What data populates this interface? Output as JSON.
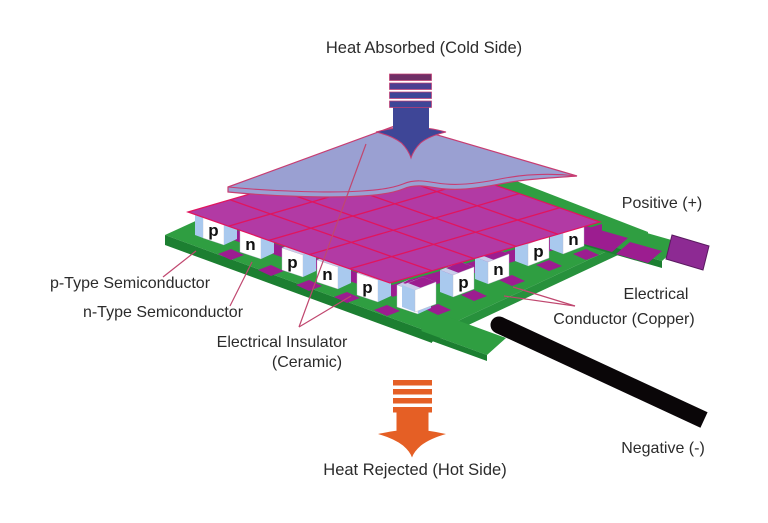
{
  "labels": {
    "heat_absorbed": "Heat Absorbed (Cold Side)",
    "positive": "Positive (+)",
    "p_type": "p-Type Semiconductor",
    "n_type": "n-Type Semiconductor",
    "insulator_line1": "Electrical Insulator",
    "insulator_line2": "(Ceramic)",
    "conductor_line1": "Electrical",
    "conductor_line2": "Conductor (Copper)",
    "negative": "Negative (-)",
    "heat_rejected": "Heat Rejected (Hot Side)"
  },
  "cubes": {
    "left_row": [
      "p",
      "n",
      "p",
      "n",
      "p"
    ],
    "right_row": [
      "p",
      "n",
      "p",
      "n"
    ]
  },
  "colors": {
    "ceramic_top": "#b23aa4",
    "grid_line": "#e0155e",
    "outline_crimson": "#c73d72",
    "ceramic_base_green": "#2f9e41",
    "green_side_dark": "#1c7f31",
    "green_side_mid": "#27913c",
    "copper_pad": "#9c1d90",
    "pad_highlight": "#eef0f8",
    "cube_face": "#ffffff",
    "cube_side_blue": "#a9c9ee",
    "cube_top": "#c9cdeb",
    "heat_spreader": "#9aa0d2",
    "cold_arrow": "#3e4697",
    "cold_arrow_stripe_top": "#6f2f66",
    "cold_arrow_stripe_mid": "#4b3f92",
    "hot_arrow": "#e55f25",
    "wire_black": "#0a0608",
    "terminal_purple": "#8d2a93",
    "terminal_edge": "#5a1a60",
    "leader_line": "#c0476f",
    "text": "#2b2b2b"
  }
}
